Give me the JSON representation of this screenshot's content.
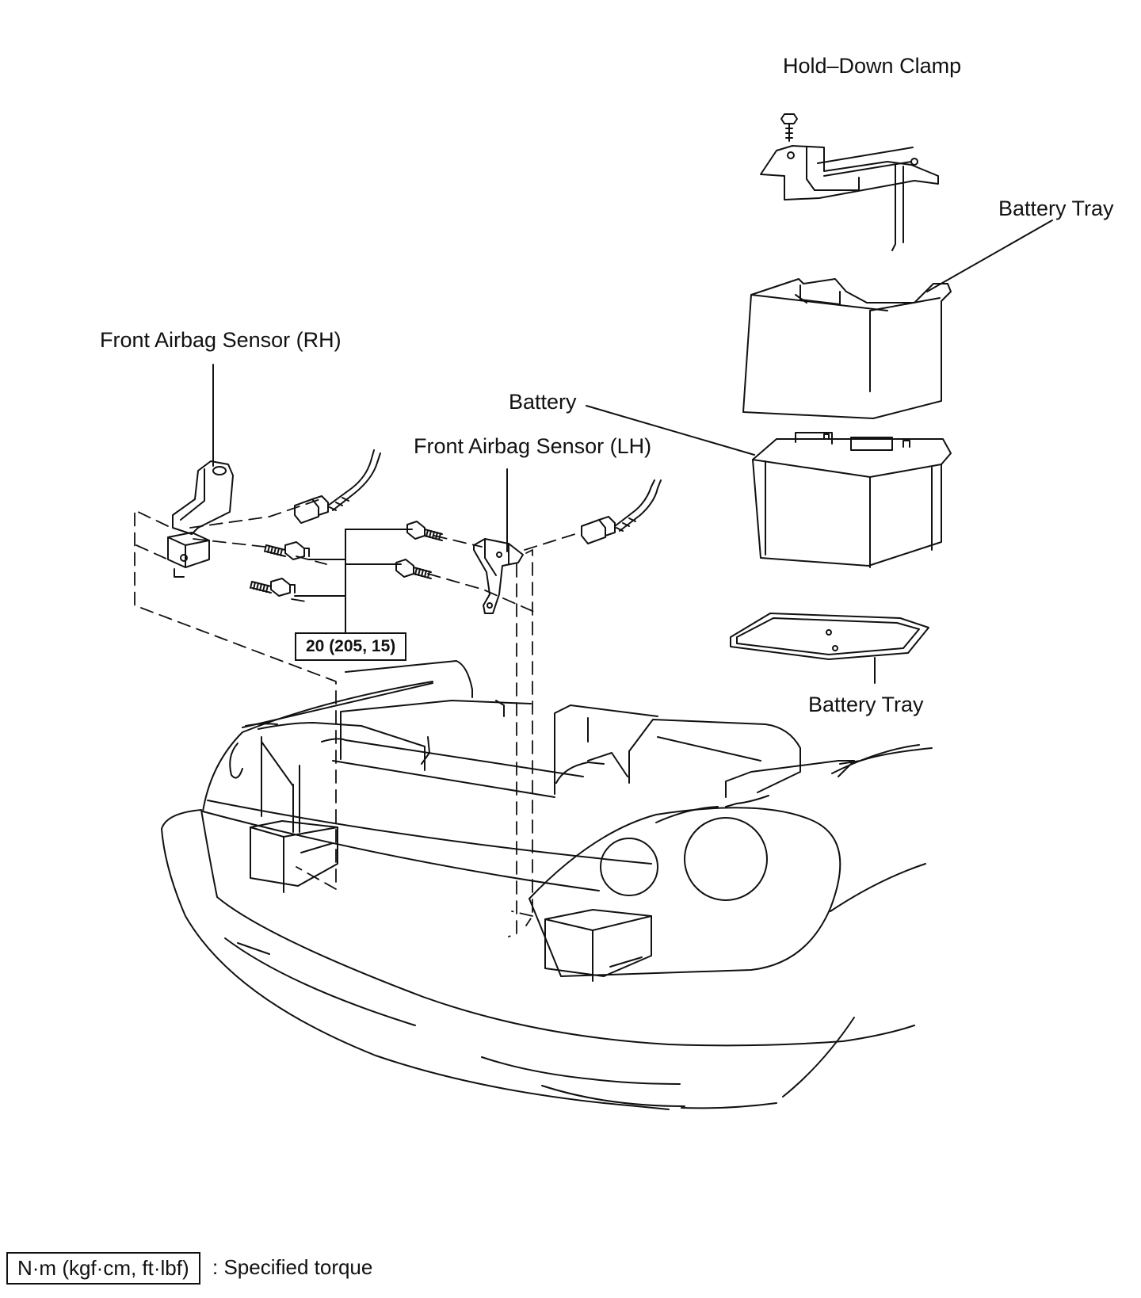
{
  "labels": {
    "hold_down_clamp": "Hold–Down Clamp",
    "battery_tray_upper": "Battery Tray",
    "front_airbag_sensor_rh": "Front Airbag Sensor (RH)",
    "battery": "Battery",
    "front_airbag_sensor_lh": "Front Airbag Sensor (LH)",
    "battery_tray_lower": "Battery Tray"
  },
  "torque_spec": "20 (205, 15)",
  "legend": {
    "unit_box": "N·m (kgf·cm, ft·lbf)",
    "description": ": Specified torque"
  }
}
